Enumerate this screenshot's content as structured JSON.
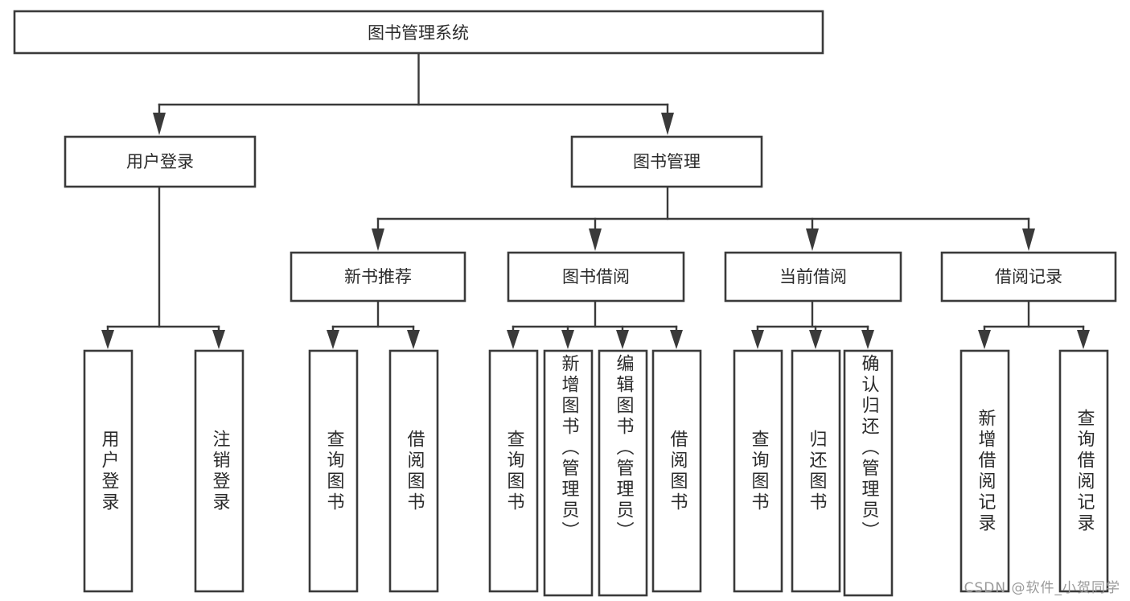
{
  "diagram": {
    "title": "图书管理系统",
    "type": "tree-hierarchy",
    "watermark": "CSDN @软件_小贺同学",
    "colors": {
      "stroke": "#3a3a3a",
      "fill": "#ffffff",
      "text": "#2b2b2b",
      "watermark": "#9a9a9a"
    },
    "levels": {
      "root": {
        "label": "图书管理系统"
      },
      "level2": [
        {
          "id": "user-login",
          "label": "用户登录"
        },
        {
          "id": "book-manage",
          "label": "图书管理"
        }
      ],
      "level3": [
        {
          "id": "new-book-rec",
          "label": "新书推荐"
        },
        {
          "id": "book-borrow",
          "label": "图书借阅"
        },
        {
          "id": "current-borrow",
          "label": "当前借阅"
        },
        {
          "id": "borrow-record",
          "label": "借阅记录"
        }
      ],
      "leaves": [
        {
          "id": "leaf-user-login",
          "label": "用户登录",
          "parent": "user-login"
        },
        {
          "id": "leaf-logout-login",
          "label": "注销登录",
          "parent": "user-login"
        },
        {
          "id": "leaf-query-book-1",
          "label": "查询图书",
          "parent": "new-book-rec"
        },
        {
          "id": "leaf-borrow-book-1",
          "label": "借阅图书",
          "parent": "new-book-rec"
        },
        {
          "id": "leaf-query-book-2",
          "label": "查询图书",
          "parent": "book-borrow"
        },
        {
          "id": "leaf-add-book",
          "label": "新增图书（管理员）",
          "parent": "book-borrow"
        },
        {
          "id": "leaf-edit-book",
          "label": "编辑图书（管理员）",
          "parent": "book-borrow"
        },
        {
          "id": "leaf-borrow-book-2",
          "label": "借阅图书",
          "parent": "book-borrow"
        },
        {
          "id": "leaf-query-book-3",
          "label": "查询图书",
          "parent": "current-borrow"
        },
        {
          "id": "leaf-return-book",
          "label": "归还图书",
          "parent": "current-borrow"
        },
        {
          "id": "leaf-confirm-return",
          "label": "确认归还（管理员）",
          "parent": "current-borrow"
        },
        {
          "id": "leaf-add-record",
          "label": "新增借阅记录",
          "parent": "borrow-record"
        },
        {
          "id": "leaf-query-record",
          "label": "查询借阅记录",
          "parent": "borrow-record"
        }
      ]
    }
  }
}
